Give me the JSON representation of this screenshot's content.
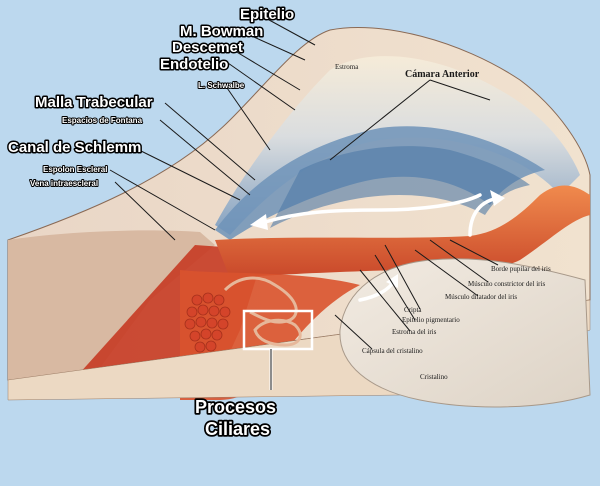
{
  "labels": {
    "epitelio": "Epitelio",
    "m_bowman": "M. Bowman",
    "descemet": "Descemet",
    "endotelio": "Endotelio",
    "l_schwalbe": "L. Schwalbe",
    "malla_trabecular": "Malla Trabecular",
    "espacios_fontana": "Espacios de Fontana",
    "canal_schlemm": "Canal de Schlemm",
    "espolon_escleral": "Espolon Escleral",
    "vena_intraescleral": "Vena intraescleral",
    "procesos": "Procesos",
    "ciliares": "Ciliares"
  },
  "structures": {
    "estroma": "Estroma",
    "camara_anterior": "Cámara Anterior",
    "borde_pupilar": "Borde pupilar del iris",
    "musculo_constrictor": "Músculo constrictor del iris",
    "musculo_dilatador": "Músculo dilatador del iris",
    "cripta": "Cripta",
    "epitelio_pigmentario": "Epitelio pigmentario",
    "estroma_iris": "Estroma del iris",
    "capsula_cristalino": "Cápsula del cristalino",
    "cristalino": "Cristalino"
  },
  "colors": {
    "background": "#bcd8ee",
    "sclera": "#f3e7d2",
    "cornea_blue": "#6f93b8",
    "iris_orange": "#e0643a",
    "ciliary_red": "#c63b24",
    "lens": "#ece3d8",
    "highlight_box": "#ffffff"
  }
}
